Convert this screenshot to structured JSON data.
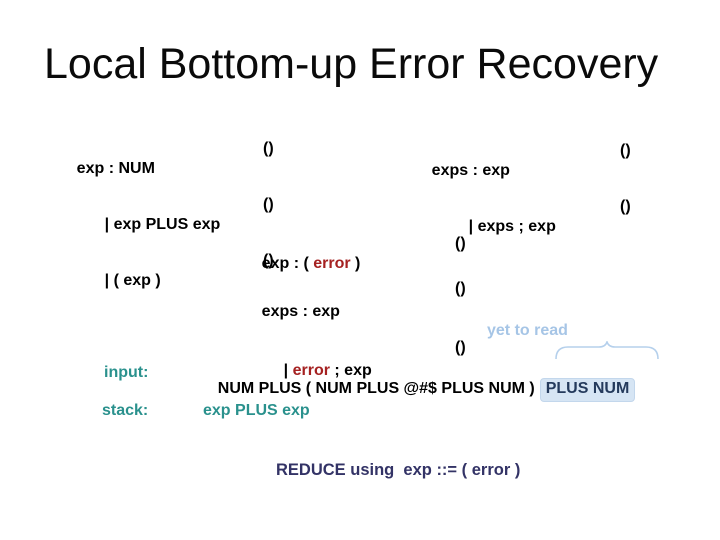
{
  "slide": {
    "title": "Local Bottom-up Error Recovery"
  },
  "colors": {
    "background": "#ffffff",
    "text": "#000000",
    "error_keyword": "#a52121",
    "teal_label": "#2a918d",
    "action_text": "#333366",
    "annotation_blue": "#a6c5e6",
    "highlight_bg": "#d6e5f4",
    "highlight_text": "#243a5c"
  },
  "grammar": {
    "top_left": {
      "rows": [
        {
          "text": "exp : NUM",
          "paren": "()"
        },
        {
          "text": "| exp PLUS exp",
          "paren": "()"
        },
        {
          "text": "| ( exp )",
          "paren": "()"
        }
      ]
    },
    "top_right": {
      "rows": [
        {
          "text": "exps : exp",
          "paren": "()"
        },
        {
          "text": "| exps ; exp",
          "paren": "()"
        }
      ]
    },
    "error_rule": {
      "pre": "exp : ( ",
      "keyword": "error",
      "post": " )",
      "paren": "()"
    },
    "exps_error_rules": {
      "row1": {
        "text": "exps : exp",
        "paren": "()"
      },
      "row2": {
        "pre": "| ",
        "keyword": "error",
        "post": " ; exp",
        "paren": "()"
      }
    }
  },
  "annotation": {
    "label": "yet to read"
  },
  "input": {
    "label": "input:",
    "consumed": "NUM PLUS ( NUM PLUS @#$ PLUS NUM )",
    "yet_to_read": "PLUS NUM"
  },
  "stack": {
    "label": "stack:",
    "value": "exp PLUS exp"
  },
  "action": {
    "text": "REDUCE using  exp ::= ( error )"
  }
}
